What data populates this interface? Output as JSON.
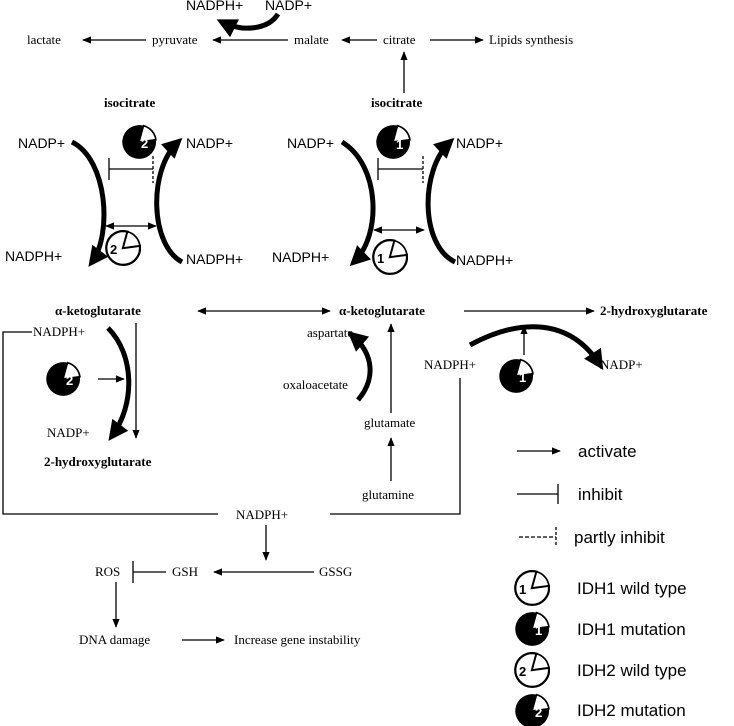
{
  "top": {
    "nadph_plus_top": "NADPH+",
    "nadp_plus_top": "NADP+",
    "lactate": "lactate",
    "pyruvate": "pyruvate",
    "malate": "malate",
    "citrate": "citrate",
    "lipids": "Lipids synthesis"
  },
  "left_cycle": {
    "isocitrate": "isocitrate",
    "nadp_left": "NADP+",
    "nadp_right": "NADP+",
    "nadph_left": "NADPH+",
    "nadph_right": "NADPH+",
    "mut_num": "2",
    "wt_num": "2"
  },
  "right_cycle": {
    "isocitrate": "isocitrate",
    "nadp_left": "NADP+",
    "nadp_right": "NADP+",
    "nadph_left": "NADPH+",
    "nadph_right": "NADPH+",
    "mut_num": "1",
    "wt_num": "1"
  },
  "middle": {
    "akg_left": "α-ketoglutarate",
    "akg_center": "α-ketoglutarate",
    "hg_right": "2-hydroxyglutarate",
    "nadph_left": "NADPH+",
    "nadp_left": "NADP+",
    "hg_left": "2-hydroxyglutarate",
    "mut2_num": "2",
    "aspartate": "aspartate",
    "oxaloacetate": "oxaloacetate",
    "glutamate": "glutamate",
    "glutamine": "glutamine",
    "nadph_right": "NADPH+",
    "nadp_right": "NADP+",
    "mut1_num": "1"
  },
  "bottom": {
    "nadph": "NADPH+",
    "ros": "ROS",
    "gsh": "GSH",
    "gssg": "GSSG",
    "dna_damage": "DNA damage",
    "instability": "Increase gene instability"
  },
  "legend": {
    "activate": "activate",
    "inhibit": "inhibit",
    "partly_inhibit": "partly inhibit",
    "idh1_wt": "IDH1 wild type",
    "idh1_mut": "IDH1 mutation",
    "idh2_wt": "IDH2 wild type",
    "idh2_mut": "IDH2 mutation",
    "num1a": "1",
    "num1b": "1",
    "num2a": "2",
    "num2b": "2"
  }
}
